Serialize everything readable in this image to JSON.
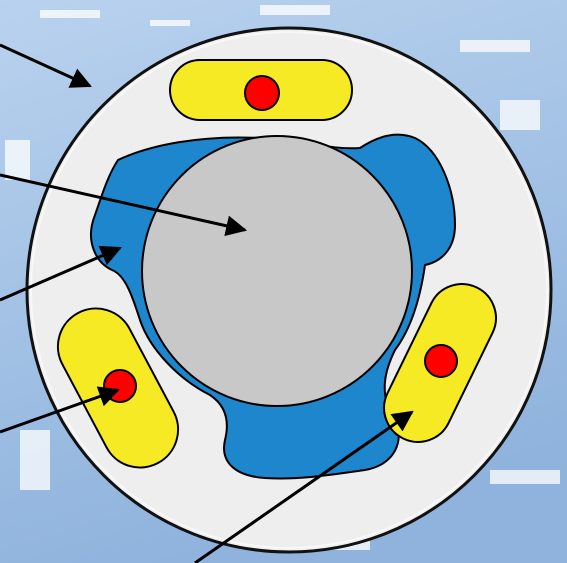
{
  "colors": {
    "background_top": "#b9d2ee",
    "background_bottom": "#8fb3dd",
    "outer_fill": "#eeeeee",
    "outer_stroke": "#111111",
    "core_fill": "#c8c8c8",
    "blue_fill": "#1e86cc",
    "yellow_fill": "#f6ea24",
    "red_fill": "#ff0000",
    "arrow_color": "#000000"
  },
  "diagram": {
    "labels": [],
    "parts": [
      "outer-ring",
      "center-core",
      "blue-lobed-layer",
      "yellow-pocket",
      "red-dot"
    ]
  }
}
